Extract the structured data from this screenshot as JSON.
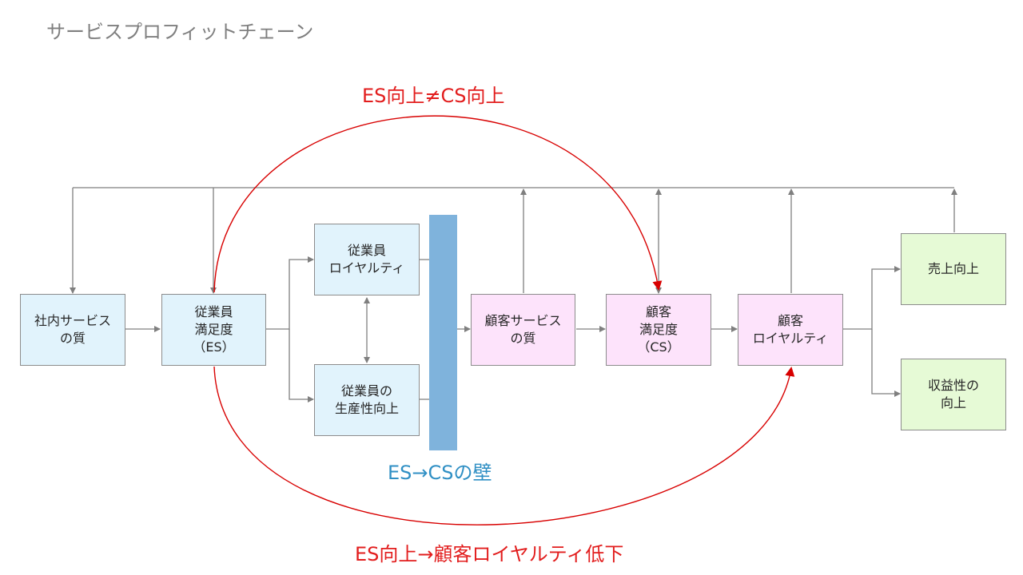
{
  "title": "サービスプロフィットチェーン",
  "nodes": {
    "internal_service_quality": "社内サービス\nの質",
    "employee_satisfaction": "従業員\n満足度\n（ES）",
    "employee_loyalty": "従業員\nロイヤルティ",
    "employee_productivity": "従業員の\n生産性向上",
    "customer_service_quality": "顧客サービス\nの質",
    "customer_satisfaction": "顧客\n満足度\n（CS）",
    "customer_loyalty": "顧客\nロイヤルティ",
    "sales_increase": "売上向上",
    "profitability_increase": "収益性の\n向上"
  },
  "annotations": {
    "top": "ES向上≠CS向上",
    "wall": "ES→CSの壁",
    "bottom": "ES向上→顧客ロイヤルティ低下"
  },
  "colors": {
    "employee_box": "#e1f3fc",
    "customer_box": "#fde3fb",
    "result_box": "#e6fad6",
    "wall": "#7fb3dc",
    "red_annotation": "#e21d1d",
    "blue_annotation": "#2f8fc4",
    "connector": "#7f7f7f"
  }
}
